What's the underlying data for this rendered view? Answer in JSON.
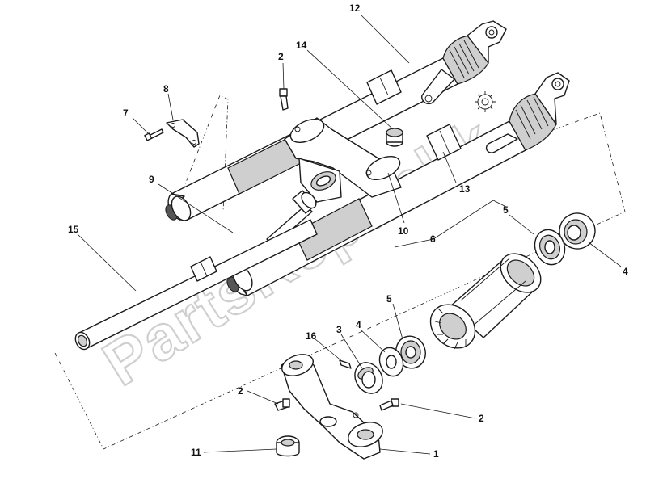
{
  "watermark": "PartsRepublik",
  "callouts": [
    {
      "label": "12"
    },
    {
      "label": "2"
    },
    {
      "label": "14"
    },
    {
      "label": "8"
    },
    {
      "label": "7"
    },
    {
      "label": "9"
    },
    {
      "label": "13"
    },
    {
      "label": "10"
    },
    {
      "label": "15"
    },
    {
      "label": "6"
    },
    {
      "label": "5"
    },
    {
      "label": "4"
    },
    {
      "label": "5"
    },
    {
      "label": "16"
    },
    {
      "label": "3"
    },
    {
      "label": "4"
    },
    {
      "label": "2"
    },
    {
      "label": "2"
    },
    {
      "label": "11"
    },
    {
      "label": "1"
    }
  ]
}
